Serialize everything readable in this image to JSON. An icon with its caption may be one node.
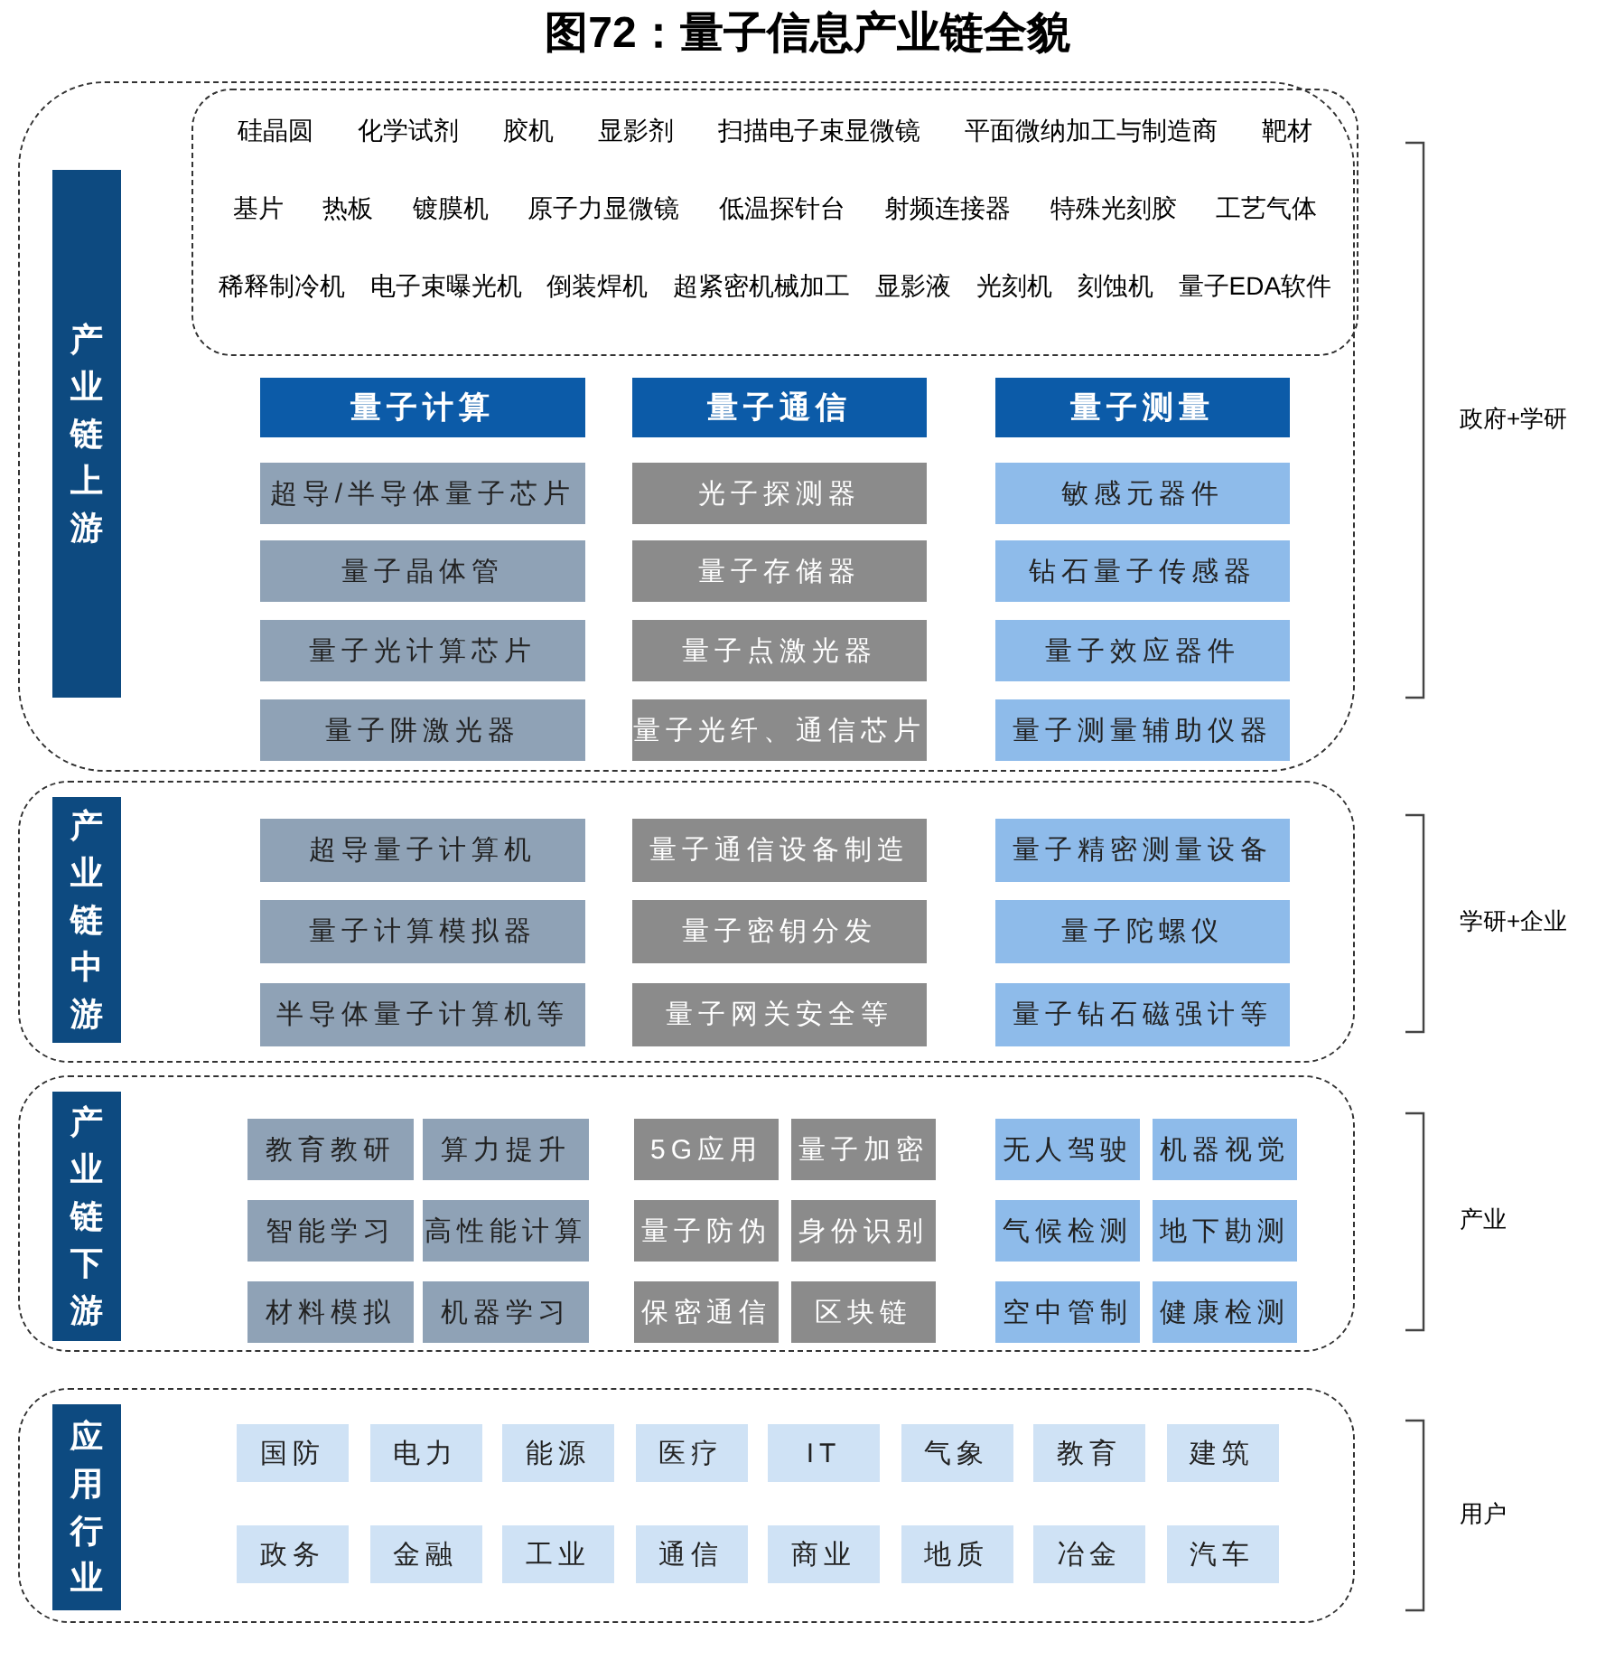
{
  "diagram": {
    "title": "图72：量子信息产业链全貌",
    "nodes": [
      {
        "text": [],
        "shape": "box"
      },
      {
        "text": [
          "产业链上游"
        ],
        "in": 0
      },
      {
        "text": [
          "硅晶圆",
          "化学试剂",
          "胶机",
          "显影剂",
          "扫描电子束显微镜",
          "平面微纳加工与制造商",
          "靶材",
          "基片",
          "热板",
          "镀膜机",
          "原子力显微镜",
          "低温探针台",
          "射频连接器",
          "特殊光刻胶",
          "工艺气体",
          "稀释制冷机",
          "电子束曝光机",
          "倒装焊机",
          "超紧密机械加工",
          "显影液",
          "光刻机",
          "刻蚀机",
          "量子EDA软件"
        ],
        "in": 0
      },
      {
        "text": [
          "量子计算"
        ],
        "in": 0
      },
      {
        "text": [
          "超导/半导体量子芯片"
        ],
        "in": 0
      },
      {
        "text": [
          "量子晶体管"
        ],
        "in": 0
      },
      {
        "text": [
          "量子光计算芯片"
        ],
        "in": 0
      },
      {
        "text": [
          "量子阱激光器"
        ],
        "in": 0
      },
      {
        "text": [
          "量子通信"
        ],
        "in": 0
      },
      {
        "text": [
          "光子探测器"
        ],
        "in": 0
      },
      {
        "text": [
          "量子存储器"
        ],
        "in": 0
      },
      {
        "text": [
          "量子点激光器"
        ],
        "in": 0
      },
      {
        "text": [
          "量子光纤、通信芯片"
        ],
        "in": 0
      },
      {
        "text": [
          "量子测量"
        ],
        "in": 0
      },
      {
        "text": [
          "敏感元器件"
        ],
        "in": 0
      },
      {
        "text": [
          "钻石量子传感器"
        ],
        "in": 0
      },
      {
        "text": [
          "量子效应器件"
        ],
        "in": 0
      },
      {
        "text": [
          "量子测量辅助仪器"
        ],
        "in": 0
      },
      {
        "text": [],
        "shape": "box"
      },
      {
        "text": [
          "产业链中游"
        ],
        "in": 18
      },
      {
        "text": [
          "超导量子计算机"
        ],
        "in": 18
      },
      {
        "text": [
          "量子计算模拟器"
        ],
        "in": 18
      },
      {
        "text": [
          "半导体量子计算机等"
        ],
        "in": 18
      },
      {
        "text": [
          "量子通信设备制造"
        ],
        "in": 18
      },
      {
        "text": [
          "量子密钥分发"
        ],
        "in": 18
      },
      {
        "text": [
          "量子网关安全等"
        ],
        "in": 18
      },
      {
        "text": [
          "量子精密测量设备"
        ],
        "in": 18
      },
      {
        "text": [
          "量子陀螺仪"
        ],
        "in": 18
      },
      {
        "text": [
          "量子钻石磁强计等"
        ],
        "in": 18
      },
      {
        "text": [],
        "shape": "box"
      },
      {
        "text": [
          "产业链下游"
        ],
        "in": 29
      },
      {
        "text": [
          "教育教研"
        ],
        "in": 29
      },
      {
        "text": [
          "算力提升"
        ],
        "in": 29
      },
      {
        "text": [
          "智能学习"
        ],
        "in": 29
      },
      {
        "text": [
          "高性能计算"
        ],
        "in": 29
      },
      {
        "text": [
          "材料模拟"
        ],
        "in": 29
      },
      {
        "text": [
          "机器学习"
        ],
        "in": 29
      },
      {
        "text": [
          "5G应用"
        ],
        "in": 29
      },
      {
        "text": [
          "量子加密"
        ],
        "in": 29
      },
      {
        "text": [
          "量子防伪"
        ],
        "in": 29
      },
      {
        "text": [
          "身份识别"
        ],
        "in": 29
      },
      {
        "text": [
          "保密通信"
        ],
        "in": 29
      },
      {
        "text": [
          "区块链"
        ],
        "in": 29
      },
      {
        "text": [
          "无人驾驶"
        ],
        "in": 29
      },
      {
        "text": [
          "机器视觉"
        ],
        "in": 29
      },
      {
        "text": [
          "气候检测"
        ],
        "in": 29
      },
      {
        "text": [
          "地下勘测"
        ],
        "in": 29
      },
      {
        "text": [
          "空中管制"
        ],
        "in": 29
      },
      {
        "text": [
          "健康检测"
        ],
        "in": 29
      },
      {
        "text": [],
        "shape": "box"
      },
      {
        "text": [
          "应用行业"
        ],
        "in": 49
      },
      {
        "text": [
          "国防"
        ],
        "in": 49
      },
      {
        "text": [
          "电力"
        ],
        "in": 49
      },
      {
        "text": [
          "能源"
        ],
        "in": 49
      },
      {
        "text": [
          "医疗"
        ],
        "in": 49
      },
      {
        "text": [
          "IT"
        ],
        "in": 49
      },
      {
        "text": [
          "气象"
        ],
        "in": 49
      },
      {
        "text": [
          "教育"
        ],
        "in": 49
      },
      {
        "text": [
          "建筑"
        ],
        "in": 49
      },
      {
        "text": [
          "政务"
        ],
        "in": 49
      },
      {
        "text": [
          "金融"
        ],
        "in": 49
      },
      {
        "text": [
          "工业"
        ],
        "in": 49
      },
      {
        "text": [
          "通信"
        ],
        "in": 49
      },
      {
        "text": [
          "商业"
        ],
        "in": 49
      },
      {
        "text": [
          "地质"
        ],
        "in": 49
      },
      {
        "text": [
          "冶金"
        ],
        "in": 49
      },
      {
        "text": [
          "汽车"
        ],
        "in": 49
      }
    ],
    "labels": [
      "政府+学研",
      "学研+企业",
      "产业",
      "用户"
    ]
  }
}
